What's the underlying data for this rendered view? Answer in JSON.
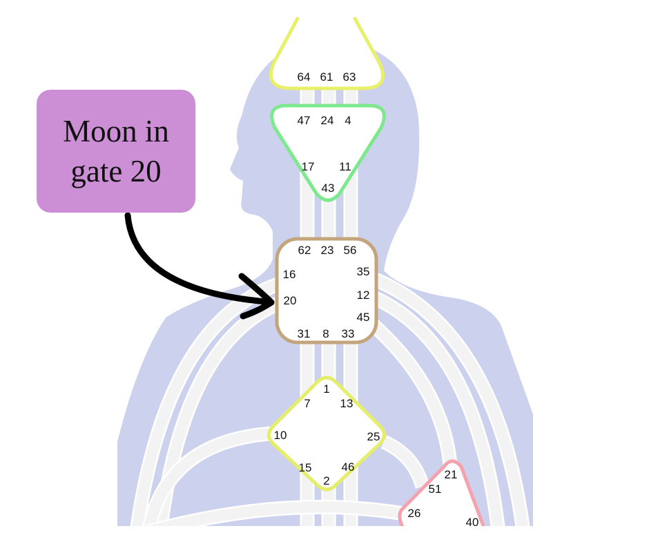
{
  "callout": {
    "line1": "Moon in",
    "line2": "gate 20"
  },
  "colors": {
    "silhouette": "#ccd1ed",
    "channel": "#f3f3f3",
    "head": "#e8f06a",
    "ajna": "#7ee88e",
    "throat": "#c4a47a",
    "g": "#e4ee6a",
    "heart": "#f4a3ae",
    "callout": "#cc8fd6"
  },
  "centers": {
    "head": [
      "64",
      "61",
      "63"
    ],
    "ajna": [
      "47",
      "24",
      "4",
      "17",
      "11",
      "43"
    ],
    "throat": [
      "62",
      "23",
      "56",
      "16",
      "35",
      "20",
      "12",
      "45",
      "31",
      "8",
      "33"
    ],
    "g": [
      "1",
      "7",
      "13",
      "10",
      "25",
      "15",
      "46",
      "2"
    ],
    "heart": [
      "21",
      "51",
      "26",
      "40"
    ]
  }
}
